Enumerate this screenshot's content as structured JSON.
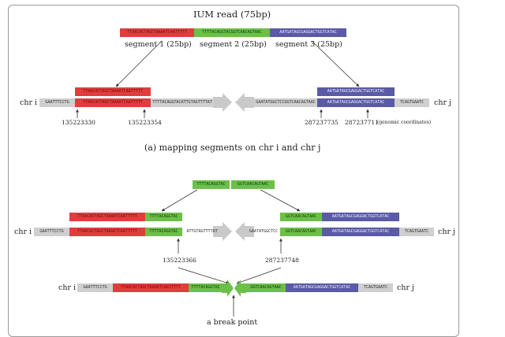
{
  "title": "IUM read (75bp)",
  "read": {
    "seg1_seq": "TTAACACTAGCTAAAATCAATTTTT",
    "seg2_seq": "TTTTACAGGTACGGTCAACAGTAAC",
    "seg3_seq": "AATGATAGCGAGGACTGGTCATAC",
    "seg1_label": "segment 1 (25bp)",
    "seg2_label": "segment 2 (25bp)",
    "seg3_label": "segment 3 (25bp)"
  },
  "panel_a": {
    "seg1_aligned": "TTAACACTAGCTAAAATCAATTTTT",
    "seg3_aligned": "AATGATAGCGAGGACTGGTCATAC",
    "chr_i_label": "chr i",
    "chr_j_label": "chr j",
    "chr_i_left_flank": "GAATTTCCTG",
    "chr_i_red": "TTAACACTAGCTAAAATCAATTTTT",
    "chr_i_right": "TTTTACAGGTACATTGTAGTTTTAT",
    "chr_j_left": "GAATATGGCTCCGGTCAACAGTAAC",
    "chr_j_blue": "AATGATAGCGAGGACTGGTCATAC",
    "chr_j_right_flank": "TCAGTGAATC",
    "coord1": "135223330",
    "coord2": "135223354",
    "coord3": "287237735",
    "coord4": "287237711",
    "coord_note": "(genomic coordinates)",
    "caption": "(a) mapping segments on chr i and chr j"
  },
  "panel_b": {
    "top_green_left": "TTTTACAGGTAC",
    "top_green_right": "GGTCAACAGTAAC",
    "chr_i_label": "chr i",
    "chr_j_label": "chr j",
    "i_red_aln": "TTAACACTAGCTAAAATCAATTTTT",
    "i_grn_aln": "TTTTACAGGTAC",
    "j_grn_aln": "GGTCAACAGTAAC",
    "j_blu_aln": "AATGATAGCGAGGACTGGTCATAC",
    "i_flank": "GAATTTCCTG",
    "i_red": "TTAACACTAGCTAAAATCAATTTTT",
    "i_grn": "TTTTACAGGTAC",
    "i_tail": "ATTGTAGTTTTAT",
    "j_head": "GAATATGGCTCC",
    "j_grn": "GGTCAACAGTAAC",
    "j_blu": "AATGATAGCGAGGACTGGTCATAC",
    "j_flank": "TCAGTGAATC",
    "coord_i": "135223366",
    "coord_j": "287237748",
    "f_flank_i": "GAATTTCCTG",
    "f_red": "TTAACACTAGCTAAAATCAATTTTT",
    "f_grn_i": "TTTTACAGGTAC",
    "f_grn_j": "GGTCAACAGTAAC",
    "f_blu": "AATGATAGCGAGGACTGGTCATAC",
    "f_flank_j": "TCAGTGAATC",
    "break_label": "a break point"
  }
}
